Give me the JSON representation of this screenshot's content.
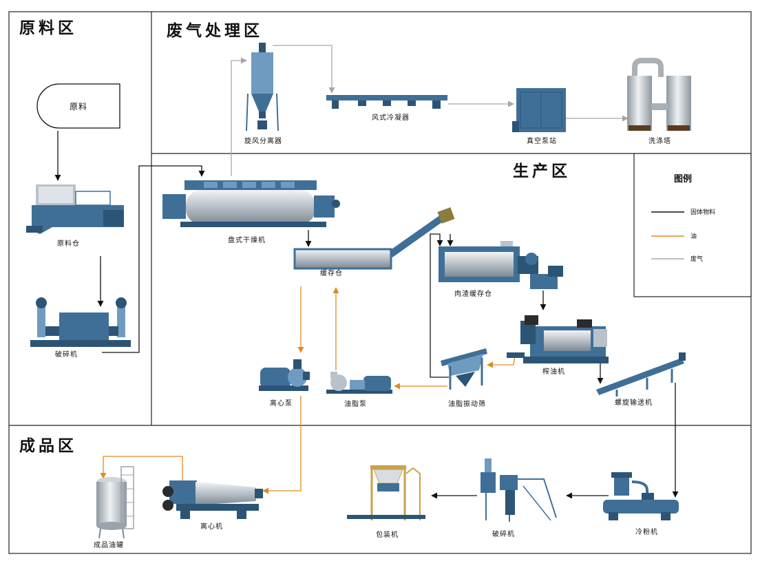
{
  "zones": {
    "raw": "原料区",
    "gas": "废气处理区",
    "production": "生产区",
    "product": "成品区"
  },
  "start_node": "原料",
  "equipment": {
    "raw_bin": "原料仓",
    "crusher_1": "破碎机",
    "cyclone": "旋风分离器",
    "air_condenser": "风式冷凝器",
    "vacuum_pump": "真空泵站",
    "scrubber": "洗涤塔",
    "disc_dryer": "盘式干燥机",
    "buffer_bin": "缓存仓",
    "residue_bin": "肉渣缓存仓",
    "oil_press": "榨油机",
    "screw_conveyor": "螺旋输送机",
    "vibrating_screen": "油脂振动筛",
    "grease_pump": "油脂泵",
    "centrifugal_pump": "离心泵",
    "centrifuge": "离心机",
    "product_tank": "成品油罐",
    "packer": "包装机",
    "crusher_2": "破碎机",
    "powder_cooler": "冷粉机"
  },
  "legend": {
    "title": "图例",
    "items": [
      {
        "label": "固体物料",
        "color": "#111111"
      },
      {
        "label": "油",
        "color": "#e08a1e"
      },
      {
        "label": "废气",
        "color": "#a6a6a6"
      }
    ]
  },
  "colors": {
    "solid": "#111111",
    "oil": "#e08a1e",
    "gas": "#a6a6a6",
    "equipment": "#3f6f97"
  }
}
